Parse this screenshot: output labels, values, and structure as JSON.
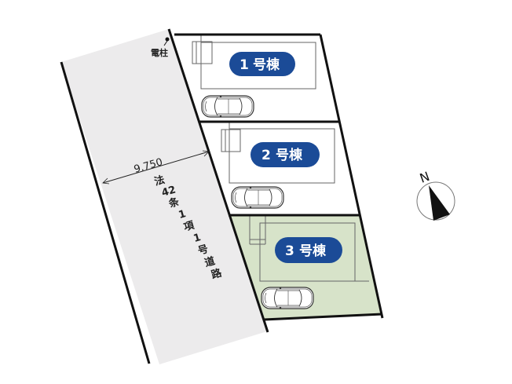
{
  "colors": {
    "background": "#ffffff",
    "road_fill": "#ecebec",
    "boundary": "#111111",
    "building_line": "#666666",
    "lot3_fill": "#d7e3c9",
    "label_pill": "#1b4b97",
    "label_text": "#ffffff"
  },
  "road": {
    "width_dimension": "9.750",
    "label_chars": [
      "法",
      "42",
      "条",
      "1",
      "項",
      "1",
      "号",
      "道",
      "路"
    ],
    "label": "法42条1項1号道路"
  },
  "utility_pole": {
    "label": "電柱"
  },
  "lots": [
    {
      "id": "1",
      "label_number": "1",
      "label_suffix": "号棟",
      "label": "1号棟",
      "highlighted": false
    },
    {
      "id": "2",
      "label_number": "2",
      "label_suffix": "号棟",
      "label": "2号棟",
      "highlighted": false
    },
    {
      "id": "3",
      "label_number": "3",
      "label_suffix": "号棟",
      "label": "3号棟",
      "highlighted": true
    }
  ],
  "compass": {
    "label": "N",
    "icon": "north-arrow-icon"
  }
}
